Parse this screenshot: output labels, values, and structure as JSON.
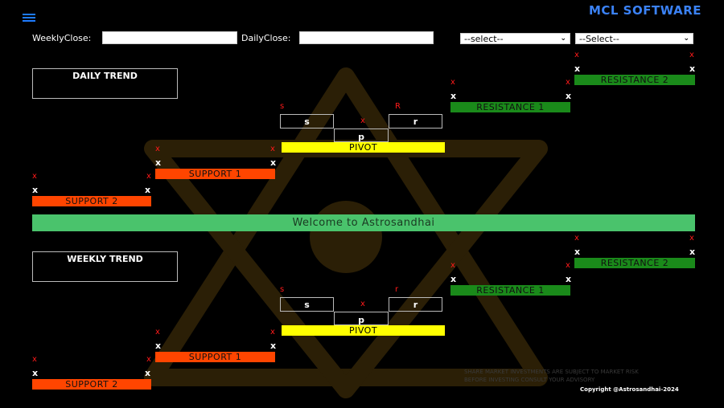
{
  "header": {
    "brand": "MCL SOFTWARE"
  },
  "inputs": {
    "weekly_label": "WeeklyClose:",
    "weekly_value": "",
    "daily_label": "DailyClose:",
    "daily_value": "",
    "select1": "--select--",
    "select2": "--Select--"
  },
  "daily": {
    "title": "DAILY TREND",
    "resistance2": "RESISTANCE 2",
    "resistance1": "RESISTANCE 1",
    "pivot": "PIVOT",
    "support1": "SUPPORT 1",
    "support2": "SUPPORT 2",
    "s_label": "s",
    "r_label": "R",
    "s_cell": "s",
    "r_cell": "r",
    "p_cell": "p"
  },
  "welcome": "Welcome to Astrosandhai",
  "weekly": {
    "title": "WEEKLY TREND",
    "resistance2": "RESISTANCE 2",
    "resistance1": "RESISTANCE 1",
    "pivot": "PIVOT",
    "support1": "SUPPORT 1",
    "support2": "SUPPORT 2",
    "s_label": "s",
    "r_label": "r",
    "s_cell": "s",
    "r_cell": "r",
    "p_cell": "p"
  },
  "marks": {
    "red_x": "x",
    "white_x": "x"
  },
  "footer": {
    "disclaimer1": "SHARE MARKET INVESTMENTS ARE SUBJECT TO MARKET RISK",
    "disclaimer2": "BEFORE INVESTING CONSULT YOUR ADVISORY",
    "copyright": "Copyright @Astrosandhai-2024"
  },
  "colors": {
    "resistance": "#1a8a1a",
    "support": "#ff4500",
    "pivot": "#ffff00",
    "welcome": "#4ac36c",
    "brand": "#3b82f6"
  }
}
